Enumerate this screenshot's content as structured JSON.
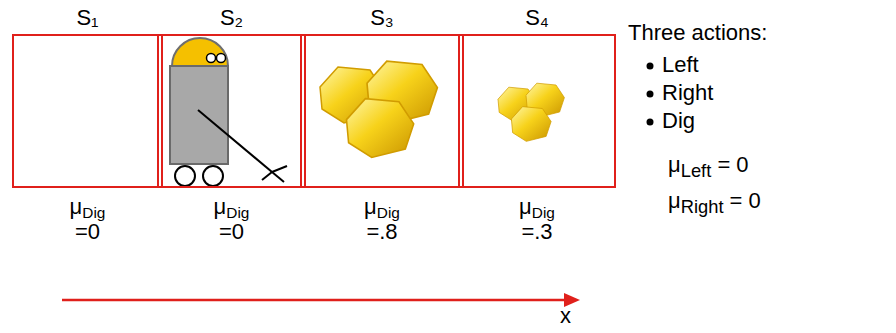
{
  "diagram": {
    "nodes": [
      {
        "text": [
          "S₁",
          "μDig =0"
        ]
      },
      {
        "text": [
          "S₂",
          "μDig =0"
        ]
      },
      {
        "text": [
          "S₃",
          "μDig =.8"
        ]
      },
      {
        "text": [
          "S₄",
          "μDig =.3"
        ]
      }
    ],
    "labels": [
      "Three actions:",
      "Left",
      "Right",
      "Dig",
      "μLeft = 0",
      "μRight = 0",
      "x"
    ]
  }
}
